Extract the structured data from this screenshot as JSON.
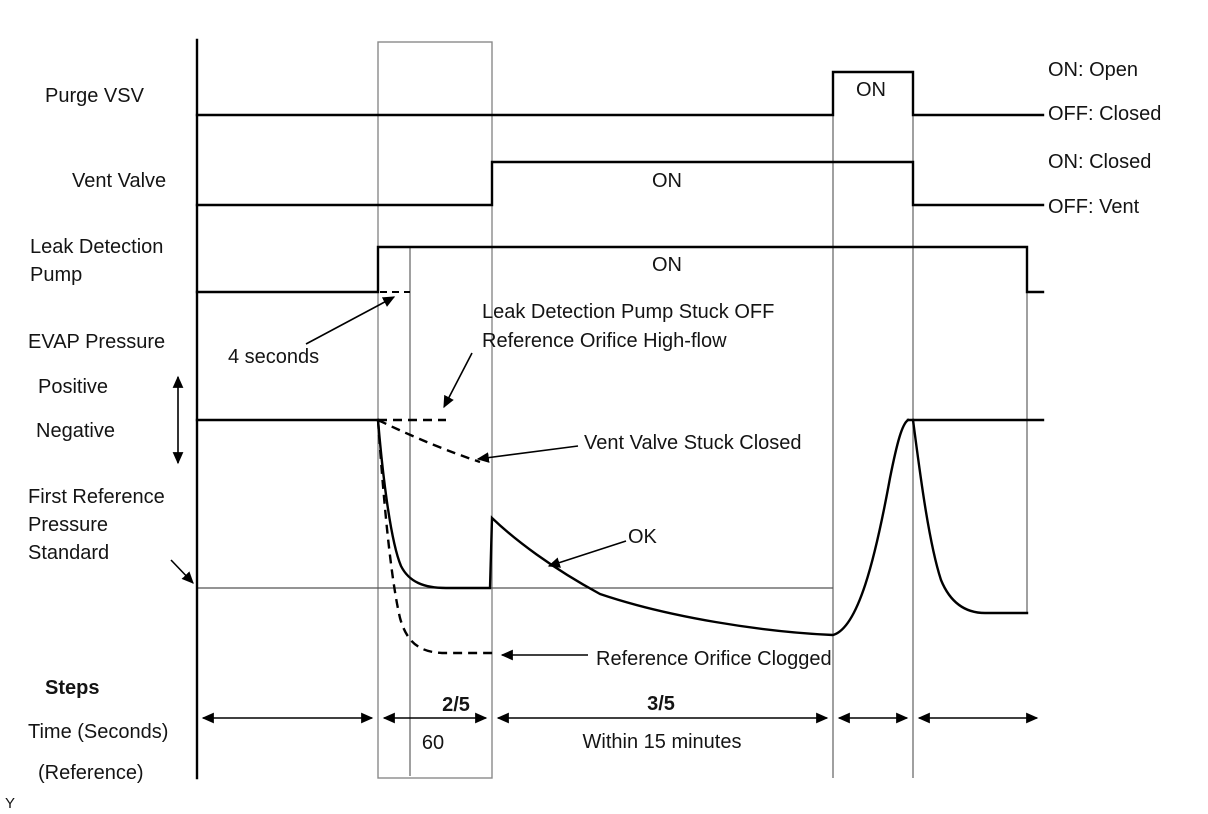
{
  "left_labels": {
    "purge_vsv": "Purge VSV",
    "vent_valve": "Vent Valve",
    "leak_pump_1": "Leak Detection",
    "leak_pump_2": "Pump",
    "evap_pressure": "EVAP Pressure",
    "positive": "Positive",
    "negative": "Negative",
    "first_ref_1": "First Reference",
    "first_ref_2": "Pressure",
    "first_ref_3": "Standard",
    "steps": "Steps",
    "time_seconds": "Time (Seconds)",
    "reference": "(Reference)",
    "corner_y": "Y"
  },
  "legend": {
    "purge_on": "ON: Open",
    "purge_off": "OFF: Closed",
    "vent_on": "ON: Closed",
    "vent_off": "OFF: Vent"
  },
  "waveform_labels": {
    "purge_on": "ON",
    "vent_on": "ON",
    "pump_on": "ON"
  },
  "annotations": {
    "four_seconds": "4 seconds",
    "pump_stuck_off": "Leak Detection Pump Stuck OFF",
    "orifice_high_flow": "Reference Orifice High-flow",
    "vent_stuck_closed": "Vent Valve Stuck Closed",
    "ok": "OK",
    "orifice_clogged": "Reference Orifice Clogged"
  },
  "time_axis": {
    "step_2_5": "2/5",
    "step_3_5": "3/5",
    "sixty": "60",
    "within_15": "Within 15 minutes"
  },
  "colors": {
    "line": "#000000",
    "guide": "#787878",
    "background": "#ffffff"
  }
}
